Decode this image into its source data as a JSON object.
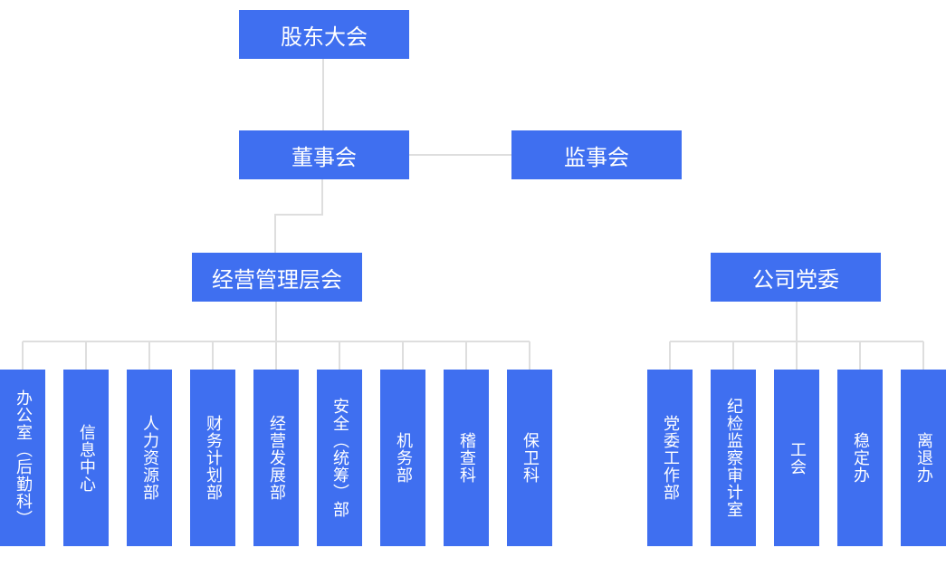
{
  "colors": {
    "box": "#3f6ff0",
    "line": "#dedede",
    "text": "#ffffff"
  },
  "nodes": {
    "shareholders": "股东大会",
    "board": "董事会",
    "supervisors": "监事会",
    "management": "经营管理层会",
    "party": "公司党委"
  },
  "departments": [
    "办公室（后勤科）",
    "信息中心",
    "人力资源部",
    "财务计划部",
    "经营发展部",
    "安全（统筹）部",
    "机务部",
    "稽查科",
    "保卫科"
  ],
  "party_departments": [
    "党委工作部",
    "纪检监察审计室",
    "工会",
    "稳定办",
    "离退办"
  ]
}
